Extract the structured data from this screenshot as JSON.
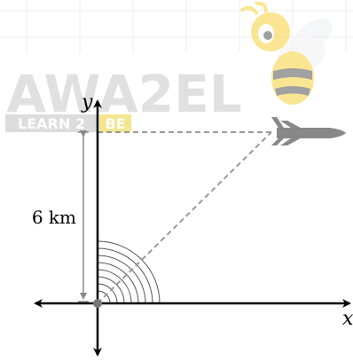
{
  "watermark": {
    "brand": "AWA2EL",
    "tagline_left": "LEARN 2",
    "tagline_right": "BE"
  },
  "diagram": {
    "y_axis_label": "y",
    "x_axis_label": "x",
    "height_label": "6 km"
  },
  "colors": {
    "axis": "#000000",
    "dashed_line": "#9a9a9a",
    "height_marker": "#888888",
    "plane": "#888888",
    "angle_arcs": "#555555",
    "origin_dot": "#777777"
  }
}
